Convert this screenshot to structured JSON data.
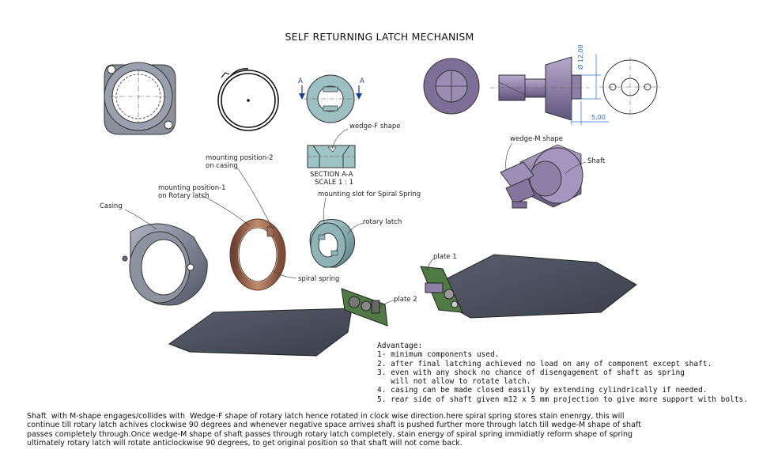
{
  "title": "SELF RETURNING LATCH MECHANISM",
  "section": {
    "section_label": "SECTION A-A",
    "scale_label": "SCALE 1 : 1",
    "marker_left": "A",
    "marker_right": "A"
  },
  "dimensions": {
    "diameter": "Ø 12,00",
    "length": "5,00"
  },
  "callouts": {
    "wedge_f": "wedge-F shape",
    "wedge_m": "wedge-M shape",
    "shaft": "Shaft",
    "mounting_2_line1": "mounting position-2",
    "mounting_2_line2": "on casing",
    "mounting_1_line1": "mounting position-1",
    "mounting_1_line2": "on Rotary latch",
    "casing": "Casing",
    "mounting_slot": "mounting slot for Spiral Spring",
    "rotary_latch": "rotary latch",
    "spiral_spring": "spiral spring",
    "plate_1": "plate 1",
    "plate_2": "plate 2"
  },
  "advantages": {
    "heading": "Advantage:",
    "lines": [
      "1- minimum components used.",
      "2. after final latching achieved no load on any of component except shaft.",
      "3. even with any shock no chance of disengagement of shaft as spring",
      "   will not allow to rotate latch.",
      "4. casing can be made closed easily by extending cylindrically if needed.",
      "5. rear side of shaft given m12 x 5 mm projection to give more support with bolts."
    ]
  },
  "description": [
    "Shaft  with M-shape engages/collides with  Wedge-F shape of rotary latch hence rotated in clock wise direction.here spiral spring stores stain enenrgy, this will",
    "continue till rotary latch achives clockwise 90 degrees and whenever negative space arrives shaft is pushed further more through latch till wedge-M shape of shaft",
    "passes completely through.Once wedge-M shape of shaft passes through rotary latch completely, stain energy of spiral spring immidiatly reform shape of spring",
    "ultimately rotary latch will rotate anticlockwise 90 degrees, to get original position so that shaft will not come back."
  ],
  "colors": {
    "casing_body": "#7e8594",
    "spring_bronze": "#b07a5c",
    "latch_teal": "#8fb6b6",
    "shaft_purple": "#8d7fa6",
    "plate_dark": "#4d5260",
    "pcb_green": "#4f7a44",
    "dimension_blue": "#2a6fd6"
  }
}
